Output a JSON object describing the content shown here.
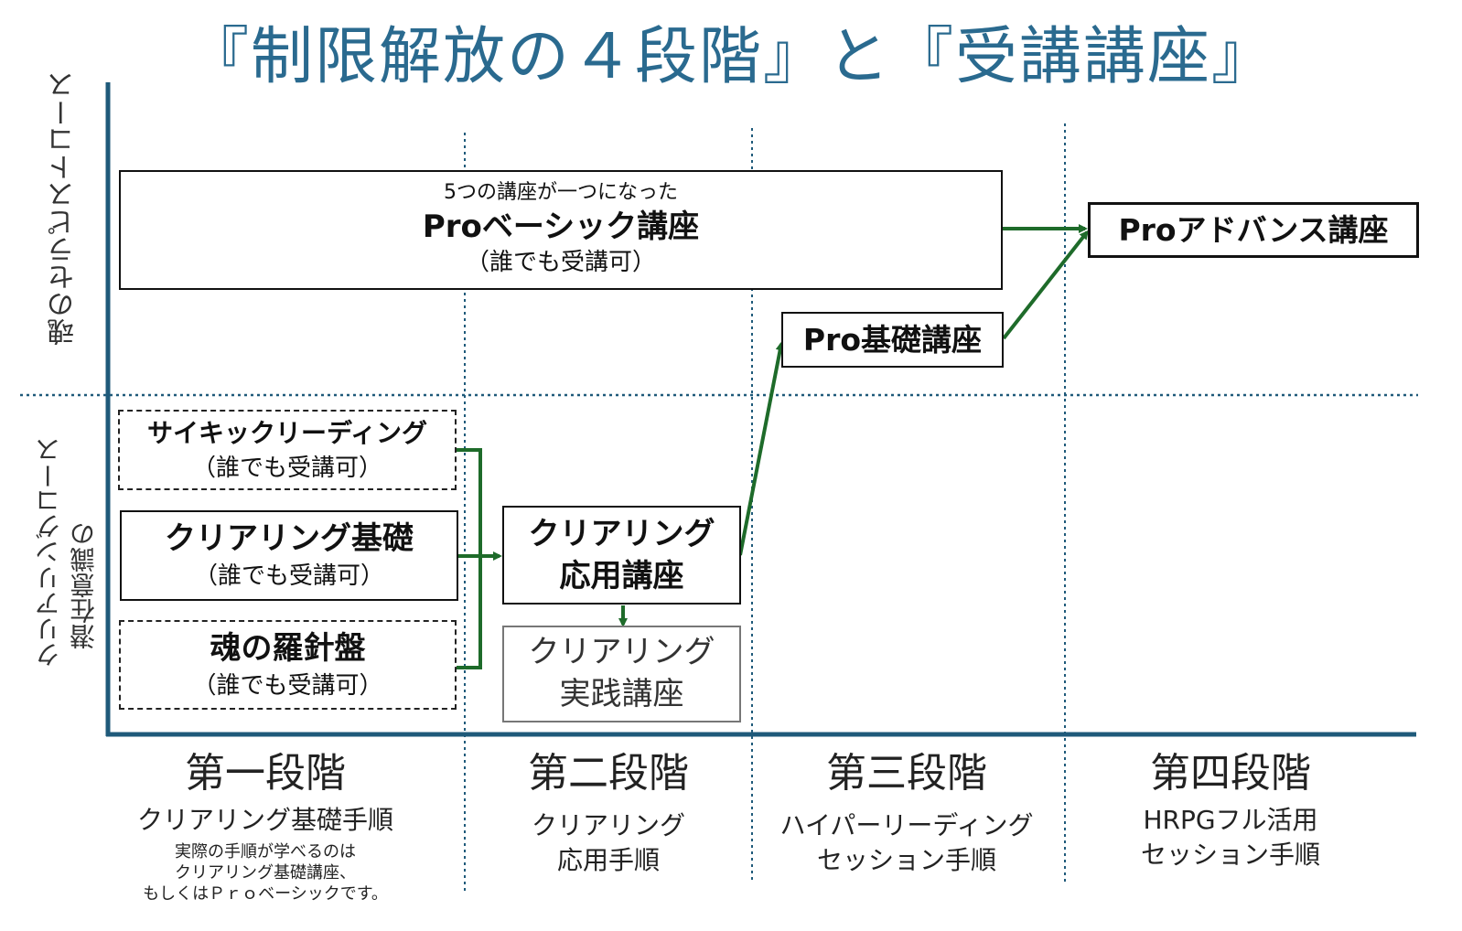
{
  "title": "『制限解放の４段階』と『受講講座』",
  "rows": {
    "top_label": "魂のセラピストコース",
    "bottom_label_line1": "潜在意識の",
    "bottom_label_line2": "クリアリングコース"
  },
  "boxes": {
    "pro_basic": {
      "pre": "5つの講座が一つになった",
      "name": "Proベーシック講座",
      "note": "（誰でも受講可）"
    },
    "pro_advance": {
      "name": "Proアドバンス講座"
    },
    "pro_kiso": {
      "name": "Pro基礎講座"
    },
    "psychic": {
      "name": "サイキックリーディング",
      "note": "（誰でも受講可）"
    },
    "clearing_kiso": {
      "name": "クリアリング基礎",
      "note": "（誰でも受講可）"
    },
    "compass": {
      "name": "魂の羅針盤",
      "note": "（誰でも受講可）"
    },
    "clearing_ouyou": {
      "line1": "クリアリング",
      "line2": "応用講座"
    },
    "clearing_jissen": {
      "line1": "クリアリング",
      "line2": "実践講座"
    }
  },
  "stages": [
    {
      "title": "第一段階",
      "sub1": "クリアリング基礎手順",
      "sub2": "",
      "note1": "実際の手順が学べるのは",
      "note2": "クリアリング基礎講座、",
      "note3": "もしくはＰｒｏベーシックです。"
    },
    {
      "title": "第二段階",
      "sub1": "クリアリング",
      "sub2": "応用手順"
    },
    {
      "title": "第三段階",
      "sub1": "ハイパーリーディング",
      "sub2": "セッション手順"
    },
    {
      "title": "第四段階",
      "sub1": "HRPGフル活用",
      "sub2": "セッション手順"
    }
  ],
  "colors": {
    "axis": "#1f5a7a",
    "title": "#2a6a8f",
    "arrow": "#1e6b2a"
  }
}
